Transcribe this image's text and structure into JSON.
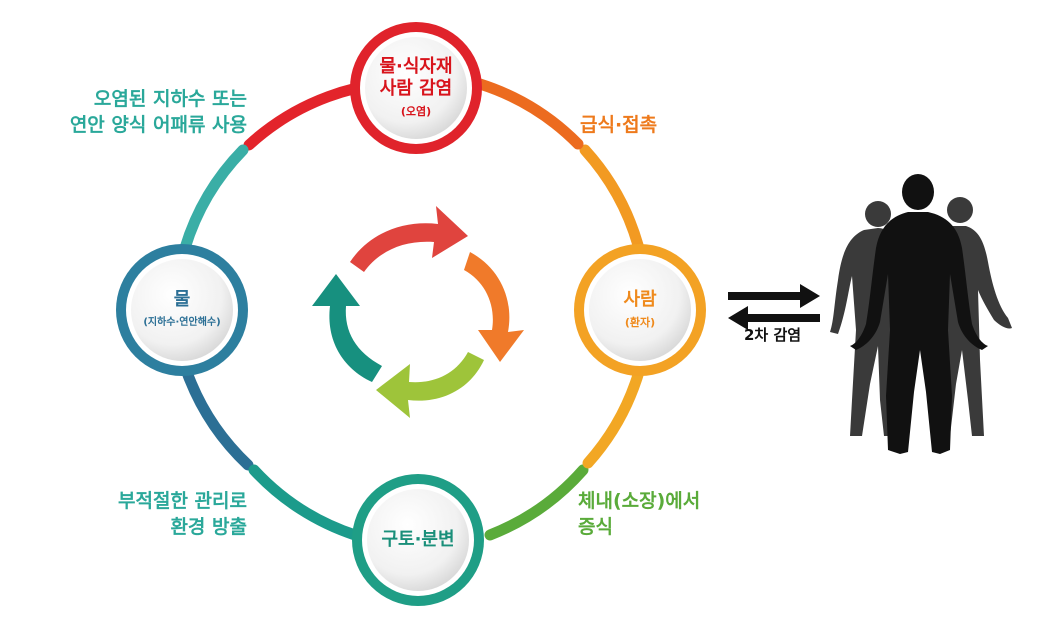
{
  "nodes": {
    "top": {
      "title1": "물·식자재",
      "title2": "사람 감염",
      "sub": "(오염)"
    },
    "right": {
      "title": "사람",
      "sub": "(환자)"
    },
    "bottom": {
      "title": "구토·분변"
    },
    "left": {
      "title": "물",
      "sub": "(지하수·연안해수)"
    }
  },
  "labels": {
    "top_left_line1": "오염된 지하수 또는",
    "top_left_line2": "연안 양식 어패류 사용",
    "top_right": "급식·접촉",
    "bottom_right_line1": "체내(소장)에서",
    "bottom_right_line2": "증식",
    "bottom_left_line1": "부적절한 관리로",
    "bottom_left_line2": "환경 방출"
  },
  "secondary": {
    "label": "2차 감염"
  },
  "colors": {
    "red": "#e0232b",
    "orange": "#f08a1c",
    "yellow_orange": "#f3a224",
    "green": "#8bbf2e",
    "teal": "#16988c",
    "blue": "#2c7a9c",
    "silhouette": "#1a1a1a"
  }
}
